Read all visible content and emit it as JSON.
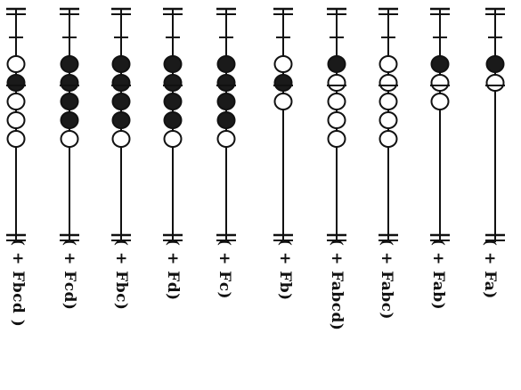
{
  "columns": [
    {
      "id": "bcd",
      "label": "( + Fbcd )",
      "beads": [
        "light",
        "dark",
        "light",
        "light",
        "light"
      ]
    },
    {
      "id": "cd",
      "label": "( + Fcd)",
      "beads": [
        "dark",
        "dark",
        "dark",
        "dark",
        "light"
      ]
    },
    {
      "id": "bc",
      "label": "( + Fbc)",
      "beads": [
        "dark",
        "dark",
        "dark",
        "dark",
        "light"
      ]
    },
    {
      "id": "d",
      "label": "( + Fd)",
      "beads": [
        "dark",
        "dark",
        "dark",
        "dark",
        "light"
      ]
    },
    {
      "id": "c",
      "label": "( + Fc)",
      "beads": [
        "dark",
        "dark",
        "dark",
        "dark",
        "light"
      ]
    },
    {
      "id": "b",
      "label": "( + Fb)",
      "beads": [
        "light",
        "dark",
        "light"
      ]
    },
    {
      "id": "abcd",
      "label": "( + Fabcd)",
      "beads": [
        "dark",
        "light",
        "light",
        "light",
        "light"
      ]
    },
    {
      "id": "abc",
      "label": "( + Fabc)",
      "beads": [
        "light",
        "light",
        "light",
        "light",
        "light"
      ]
    },
    {
      "id": "ab",
      "label": "( + Fab)",
      "beads": [
        "dark",
        "light",
        "light"
      ]
    },
    {
      "id": "a",
      "label": "( + Fa)",
      "beads": [
        "dark",
        "light"
      ]
    }
  ],
  "colors": {
    "ink": "#111111",
    "bead_dark": "#1a1a1a",
    "bead_light": "#ffffff"
  }
}
